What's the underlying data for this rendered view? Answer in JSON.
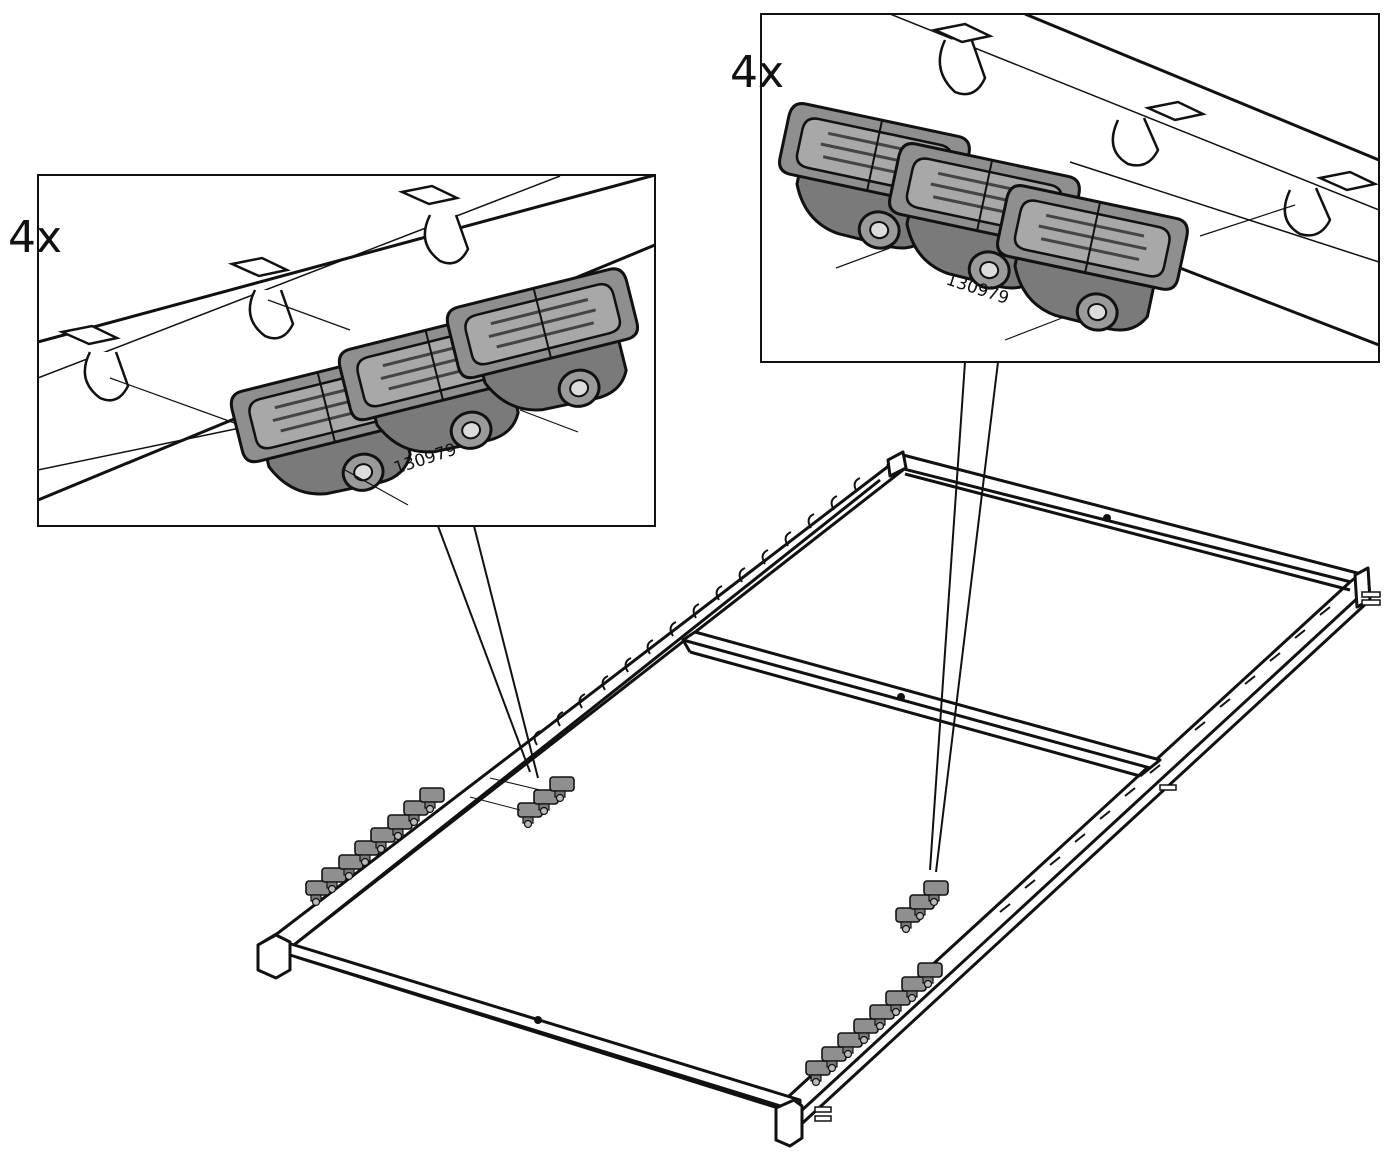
{
  "callouts": [
    {
      "quantity": "4x",
      "part_number": "130979"
    },
    {
      "quantity": "4x",
      "part_number": "130979"
    }
  ],
  "colors": {
    "line": "#111111",
    "part_fill": "#8f8f8f",
    "part_face": "#a6a6a6",
    "part_dark": "#6e6e6e",
    "background": "#ffffff"
  }
}
